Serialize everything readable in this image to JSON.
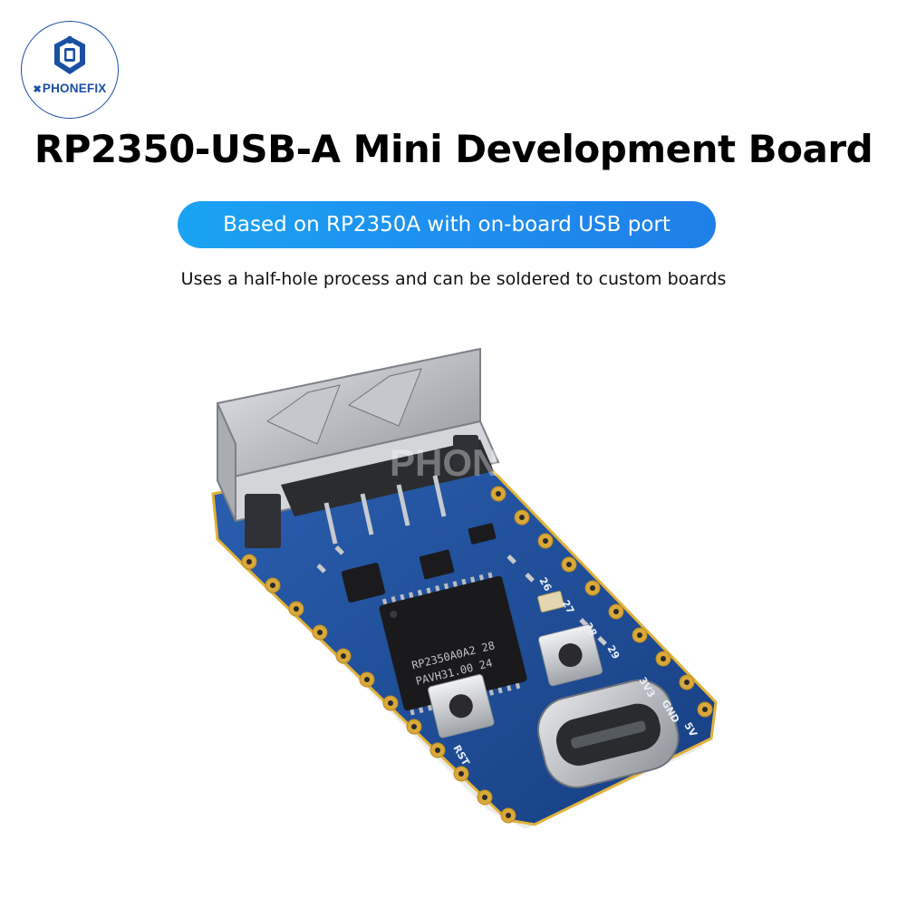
{
  "brand": {
    "logo_name": "PHONEFIX",
    "accent": "#1a4fa3"
  },
  "header": {
    "title": "RP2350-USB-A Mini Development Board",
    "pill_text": "Based on RP2350A with on-board USB port",
    "pill_color": "#1e8ff0",
    "subtitle": "Uses a half-hole process and can be soldered to custom boards"
  },
  "product_image": {
    "chip_line1": "RP2350A0A2 28",
    "chip_line2": "PAVH31.00  24",
    "pin_labels": [
      "GND",
      "3V3",
      "5V",
      "26",
      "27",
      "28",
      "29",
      "RST"
    ],
    "watermark": "PHONEFIX",
    "pcb_color": "#1d4f9c"
  }
}
